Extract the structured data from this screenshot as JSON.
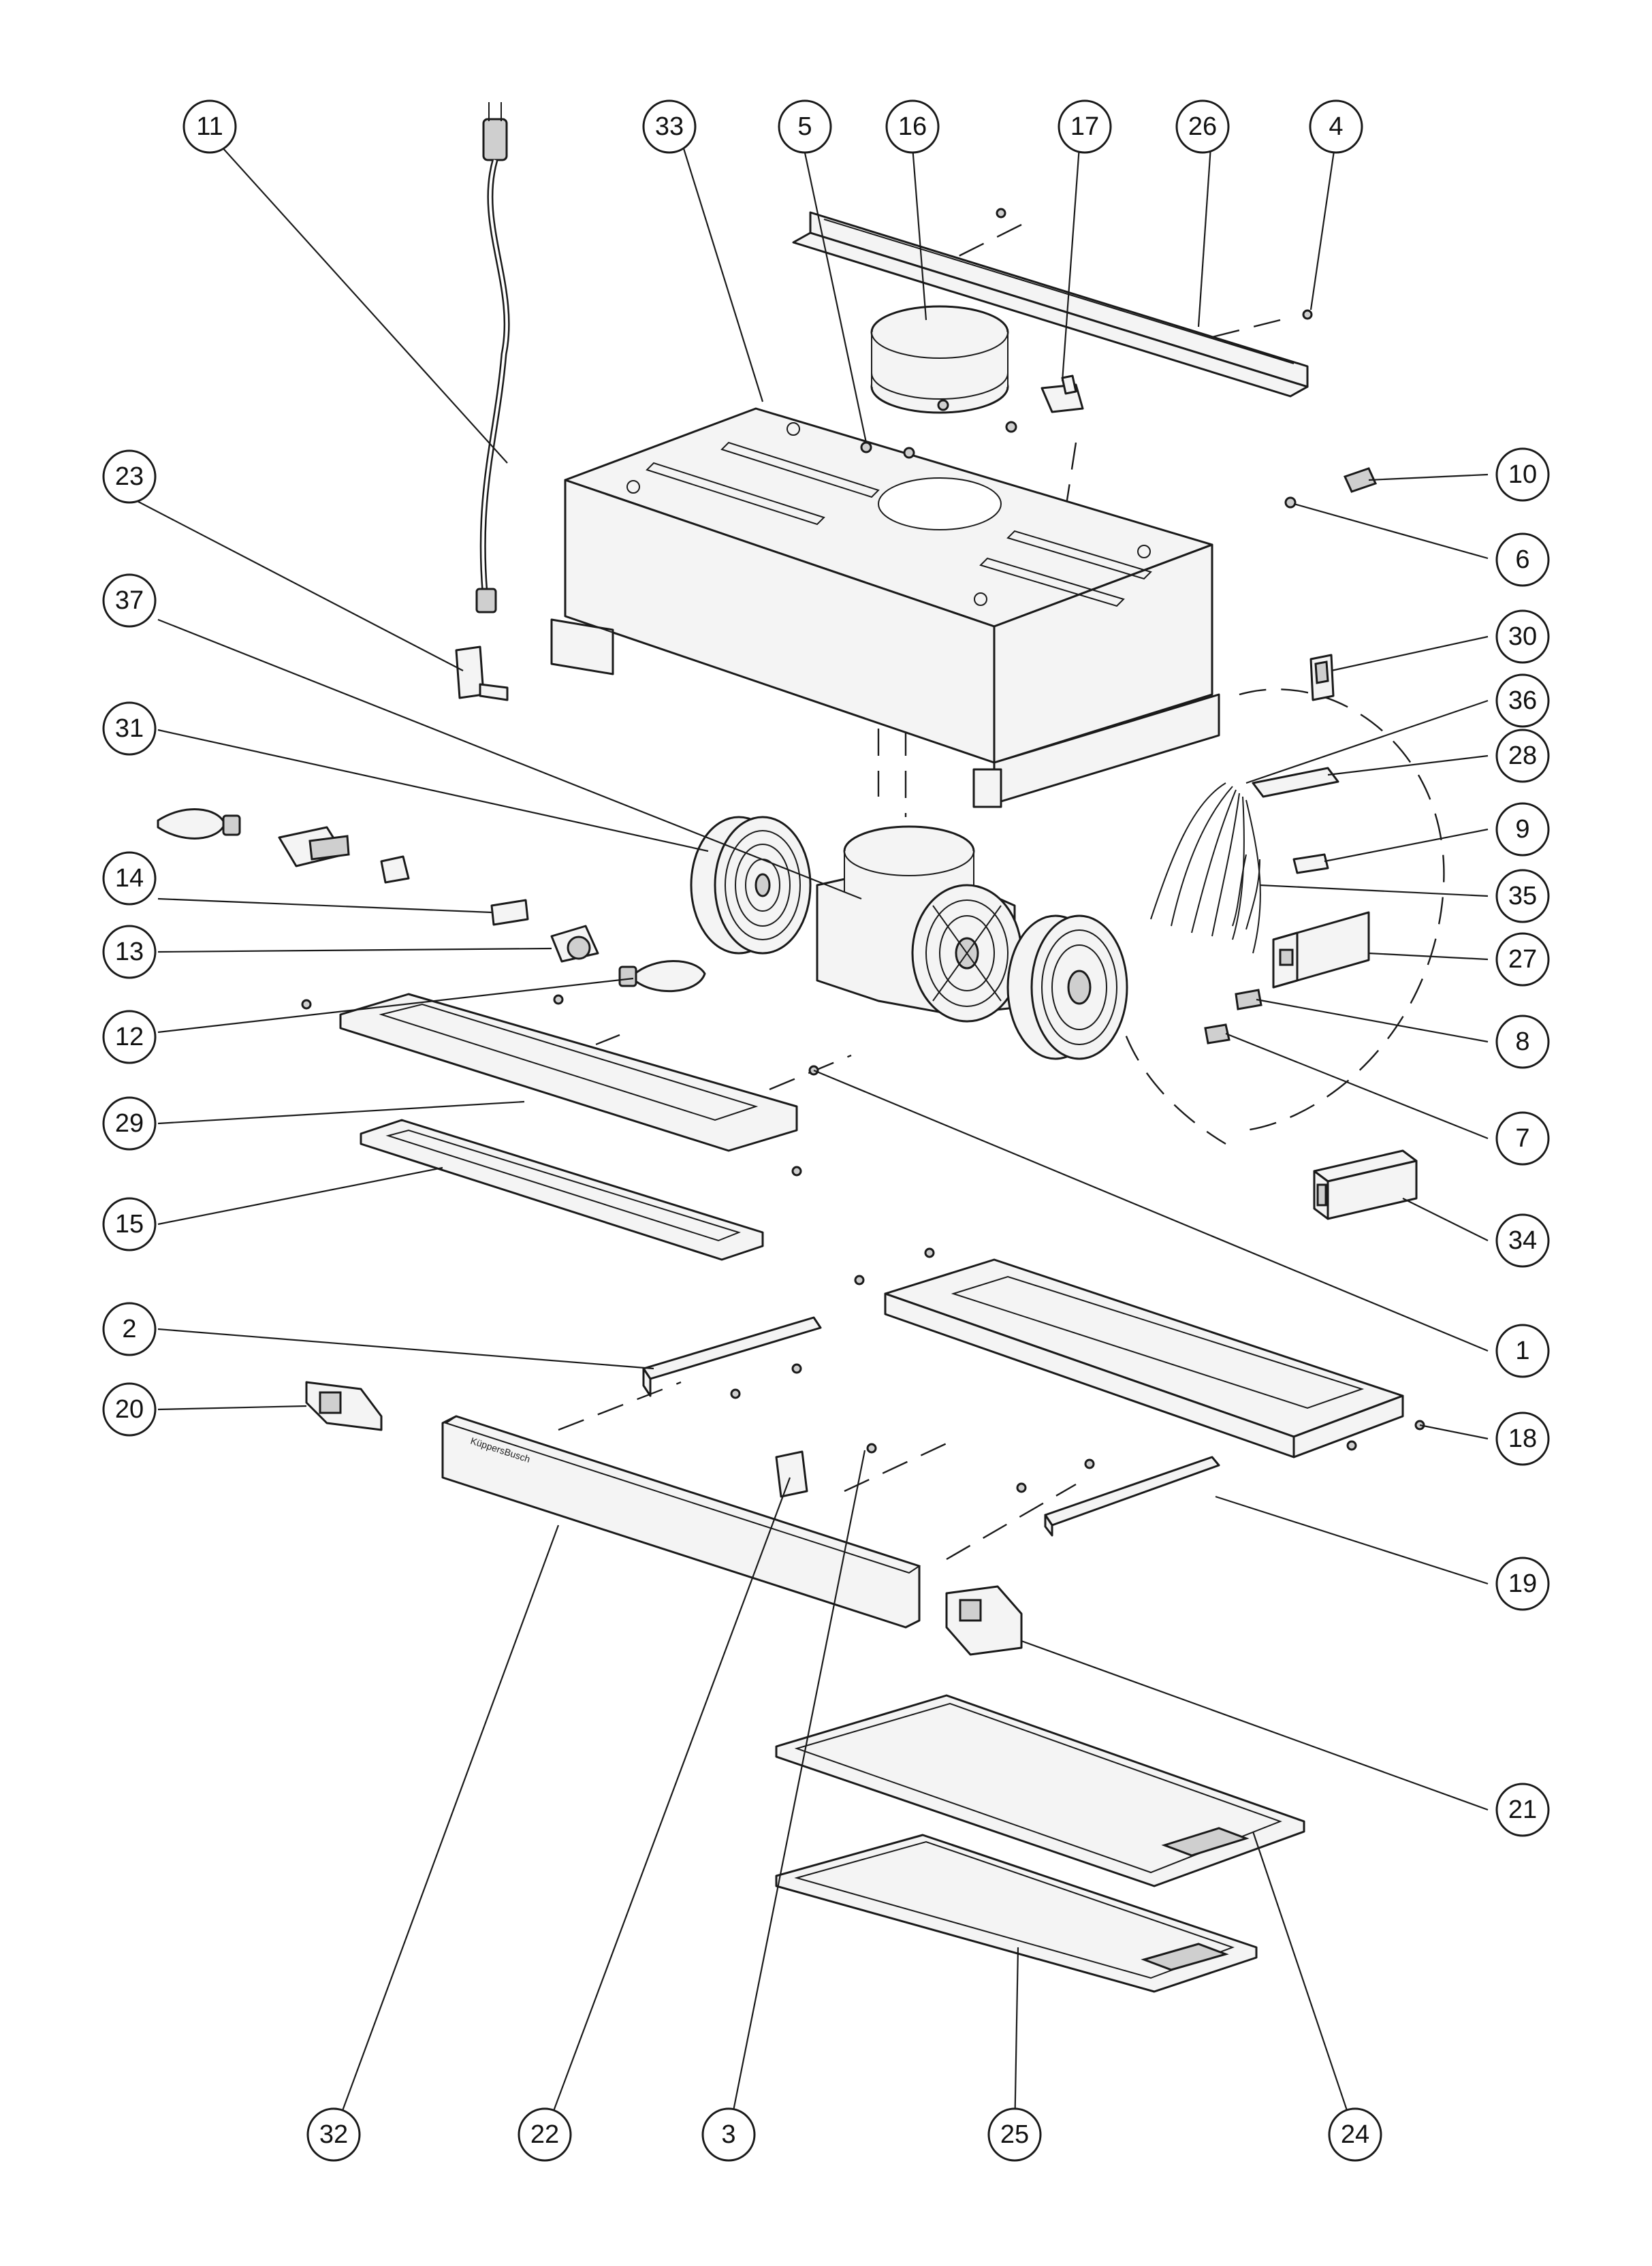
{
  "diagram": {
    "brand_text": "KüppersBusch",
    "callout_labels": [
      "1",
      "2",
      "3",
      "4",
      "5",
      "6",
      "7",
      "8",
      "9",
      "10",
      "11",
      "12",
      "13",
      "14",
      "15",
      "16",
      "17",
      "18",
      "19",
      "20",
      "21",
      "22",
      "23",
      "24",
      "25",
      "26",
      "27",
      "28",
      "29",
      "30",
      "31",
      "32",
      "33",
      "34",
      "35",
      "36",
      "37"
    ]
  }
}
